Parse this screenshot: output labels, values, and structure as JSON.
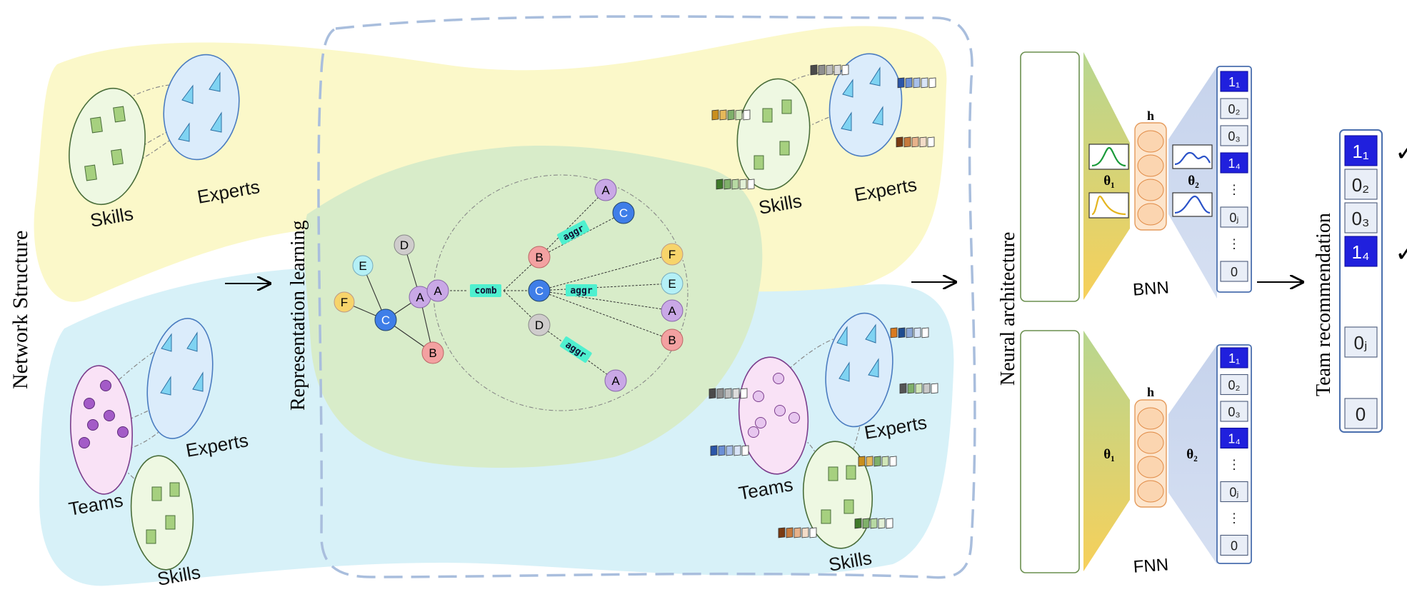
{
  "colors": {
    "yellow_band": "#fbf8c9",
    "blue_band": "#d7f1f8",
    "green_band": "#d8ecc9",
    "dashed_frame": "#a9bedd",
    "node_purple": "#c9a8e6",
    "node_blue": "#3f7ee8",
    "node_red": "#f3a1a1",
    "node_gray": "#cfcccc",
    "node_cyan": "#b4f0f6",
    "node_yellow": "#f7d46b",
    "edge_label": "#4ff0cf",
    "active_output": "#2020dd"
  },
  "panel1": {
    "title": "Network Structure",
    "top": {
      "skills": "Skills",
      "experts": "Experts"
    },
    "bottom": {
      "teams": "Teams",
      "experts": "Experts",
      "skills": "Skills"
    }
  },
  "panel2": {
    "title": "Representation learning",
    "nodes": {
      "left_graph": [
        "E",
        "F",
        "D",
        "C",
        "A",
        "B"
      ],
      "tree_root": "A",
      "tree_level1": [
        "B",
        "C",
        "D"
      ],
      "tree_level2_b": [
        "A",
        "C"
      ],
      "tree_level2_c": [
        "F",
        "E",
        "A",
        "B"
      ],
      "tree_level2_d": [
        "A"
      ]
    },
    "edge_labels": {
      "comb": "comb",
      "aggr": "aggr"
    }
  },
  "panel3": {
    "top": {
      "skills": "Skills",
      "experts": "Experts"
    },
    "bottom": {
      "teams": "Teams",
      "experts": "Experts",
      "skills": "Skills"
    }
  },
  "panel4": {
    "title": "Neural architecture",
    "bnn": {
      "name": "BNN",
      "hidden": "h",
      "theta1": "θ₁",
      "theta2": "θ₂"
    },
    "fnn": {
      "name": "FNN",
      "hidden": "h",
      "theta1": "θ₁",
      "theta2": "θ₂"
    },
    "outputs": [
      "1₁",
      "0₂",
      "0₃",
      "1₄",
      "⋮",
      "0ⱼ",
      "⋮",
      "0"
    ],
    "active_outputs": [
      0,
      3
    ]
  },
  "panel5": {
    "title": "Team recommendation",
    "outputs": [
      "1₁",
      "0₂",
      "0₃",
      "1₄",
      "0ⱼ",
      "0"
    ],
    "active_outputs": [
      0,
      3
    ],
    "check_mark": "✓"
  }
}
